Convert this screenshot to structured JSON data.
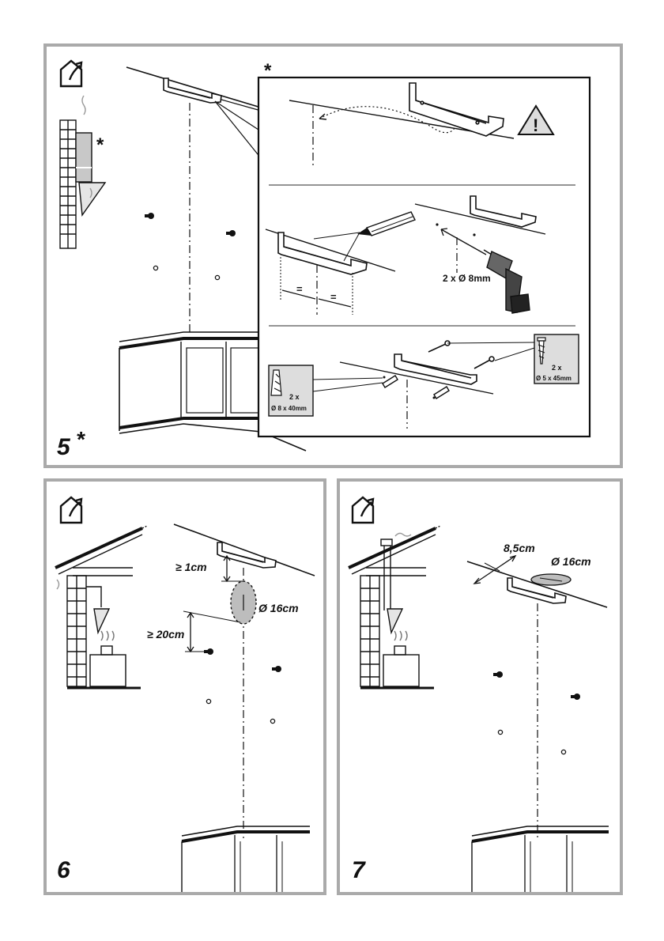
{
  "panels": {
    "step5": {
      "number": "5",
      "asterisk": "*",
      "detail_asterisk": "*",
      "house_asterisk": "*",
      "drill_label": "2 x Ø 8mm",
      "equal_left": "=",
      "equal_right": "=",
      "plug_qty": "2 x",
      "plug_size": "Ø 8 x 40mm",
      "screw_qty": "2 x",
      "screw_size": "Ø 5 x 45mm",
      "warning_symbol": "!"
    },
    "step6": {
      "number": "6",
      "gap_top": "≥ 1cm",
      "hole_diameter": "Ø 16cm",
      "gap_bottom": "≥ 20cm"
    },
    "step7": {
      "number": "7",
      "offset": "8,5cm",
      "hole_diameter": "Ø 16cm"
    }
  },
  "colors": {
    "frame": "#aaaaaa",
    "line": "#111111",
    "duct_fill": "#c8c8c8",
    "hole_fill": "#bdbdbd"
  },
  "icons": [
    "house-exhaust-icon",
    "warning-triangle-icon",
    "pencil-icon",
    "drill-icon",
    "wall-plug-icon",
    "screw-icon"
  ]
}
